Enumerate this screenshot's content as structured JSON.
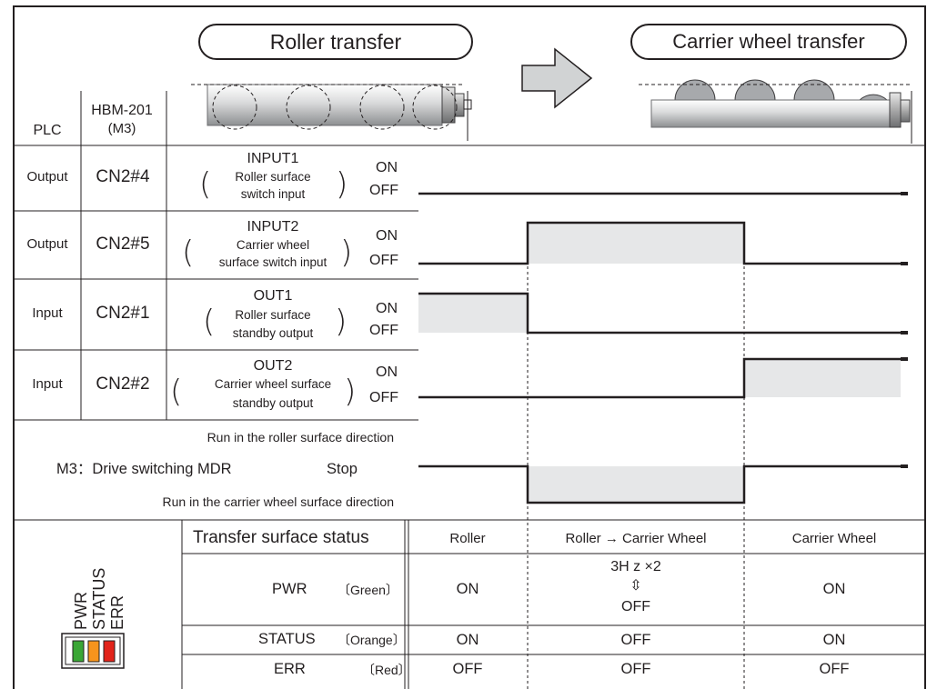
{
  "header": {
    "roller_title": "Roller transfer",
    "carrier_title": "Carrier wheel transfer",
    "col_plc": "PLC",
    "col_module_line1": "HBM-201",
    "col_module_line2": "(M3)"
  },
  "signals": [
    {
      "plc": "Output",
      "pin": "CN2#4",
      "name": "INPUT1",
      "desc1": "Roller surface",
      "desc2": "switch input",
      "on": "ON",
      "off": "OFF",
      "levels": [
        0,
        0,
        0
      ]
    },
    {
      "plc": "Output",
      "pin": "CN2#5",
      "name": "INPUT2",
      "desc1": "Carrier wheel",
      "desc2": "surface switch input",
      "on": "ON",
      "off": "OFF",
      "levels": [
        0,
        1,
        0
      ]
    },
    {
      "plc": "Input",
      "pin": "CN2#1",
      "name": "OUT1",
      "desc1": "Roller surface",
      "desc2": "standby output",
      "on": "ON",
      "off": "OFF",
      "levels": [
        1,
        0,
        0
      ]
    },
    {
      "plc": "Input",
      "pin": "CN2#2",
      "name": "OUT2",
      "desc1": "Carrier wheel surface",
      "desc2": "standby output",
      "on": "ON",
      "off": "OFF",
      "levels": [
        0,
        0,
        1
      ]
    }
  ],
  "motor": {
    "run_roller": "Run in the roller surface direction",
    "label": "M3：Drive switching MDR",
    "stop": "Stop",
    "run_carrier": "Run in the carrier wheel surface direction",
    "levels": [
      "stop",
      "carrier",
      "stop"
    ]
  },
  "status_table": {
    "header_label": "Transfer surface status",
    "phases": [
      "Roller",
      "Roller → Carrier Wheel",
      "Carrier Wheel"
    ],
    "rows": [
      {
        "name": "PWR",
        "color": "〔Green〕",
        "values": [
          "ON",
          "3H z ×2",
          "ON"
        ],
        "mid_line2": "⇳",
        "mid_line3": "OFF"
      },
      {
        "name": "STATUS",
        "color": "〔Orange〕",
        "values": [
          "ON",
          "OFF",
          "ON"
        ]
      },
      {
        "name": "ERR",
        "color": "〔Red〕",
        "values": [
          "OFF",
          "OFF",
          "OFF"
        ]
      }
    ]
  },
  "led_labels": [
    "PWR",
    "STATUS",
    "ERR"
  ],
  "led_colors": [
    "#3aa635",
    "#f7941d",
    "#e2231a"
  ],
  "fill_color": "#e6e7e8",
  "line_color": "#231f20"
}
